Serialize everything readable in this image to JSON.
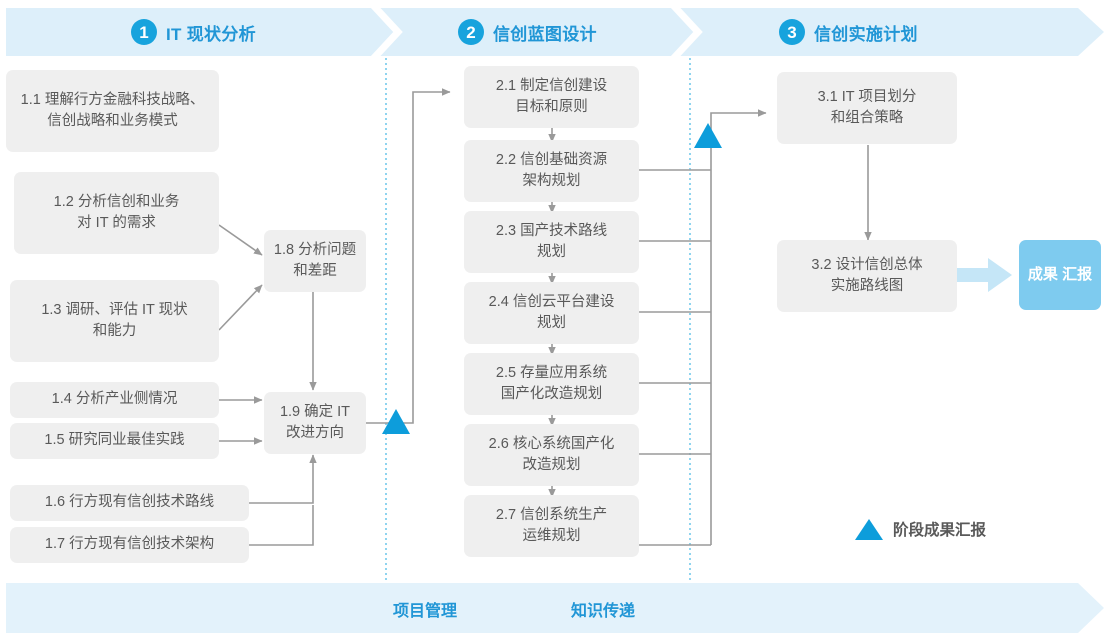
{
  "diagram": {
    "title_phases": [
      {
        "number": "1",
        "label": "IT 现状分析"
      },
      {
        "number": "2",
        "label": "信创蓝图设计"
      },
      {
        "number": "3",
        "label": "信创实施计划"
      }
    ],
    "colors": {
      "header_band": "#ddeffa",
      "accent_blue": "#2196d6",
      "phase_circle": "#17a3dd",
      "box_fill": "#efefef",
      "box_text": "#595959",
      "connector": "#9a9a9a",
      "milestone_triangle": "#0d9ddb",
      "result_badge": "#7ecbef",
      "result_arrow": "#c5e6f7",
      "divider_dotted": "#5fc2e8",
      "footer_band": "#e3f2fb"
    },
    "phase1_tasks": [
      {
        "id": "1.1",
        "lines": [
          "1.1 理解行方金融科技战略、",
          "信创战略和业务模式"
        ]
      },
      {
        "id": "1.2",
        "lines": [
          "1.2 分析信创和业务",
          "对 IT 的需求"
        ]
      },
      {
        "id": "1.3",
        "lines": [
          "1.3 调研、评估 IT 现状",
          "和能力"
        ]
      },
      {
        "id": "1.4",
        "lines": [
          "1.4 分析产业侧情况"
        ]
      },
      {
        "id": "1.5",
        "lines": [
          "1.5 研究同业最佳实践"
        ]
      },
      {
        "id": "1.6",
        "lines": [
          "1.6 行方现有信创技术路线"
        ]
      },
      {
        "id": "1.7",
        "lines": [
          "1.7 行方现有信创技术架构"
        ]
      },
      {
        "id": "1.8",
        "lines": [
          "1.8 分析问题",
          "和差距"
        ]
      },
      {
        "id": "1.9",
        "lines": [
          "1.9 确定 IT",
          "改进方向"
        ]
      }
    ],
    "phase2_tasks": [
      {
        "id": "2.1",
        "lines": [
          "2.1 制定信创建设",
          "目标和原则"
        ]
      },
      {
        "id": "2.2",
        "lines": [
          "2.2 信创基础资源",
          "架构规划"
        ]
      },
      {
        "id": "2.3",
        "lines": [
          "2.3 国产技术路线",
          "规划"
        ]
      },
      {
        "id": "2.4",
        "lines": [
          "2.4 信创云平台建设",
          "规划"
        ]
      },
      {
        "id": "2.5",
        "lines": [
          "2.5 存量应用系统",
          "国产化改造规划"
        ]
      },
      {
        "id": "2.6",
        "lines": [
          "2.6 核心系统国产化",
          "改造规划"
        ]
      },
      {
        "id": "2.7",
        "lines": [
          "2.7 信创系统生产",
          "运维规划"
        ]
      }
    ],
    "phase3_tasks": [
      {
        "id": "3.1",
        "lines": [
          "3.1 IT 项目划分",
          "和组合策略"
        ]
      },
      {
        "id": "3.2",
        "lines": [
          "3.2 设计信创总体",
          "实施路线图"
        ]
      }
    ],
    "result_badge": {
      "lines": [
        "成果",
        "汇报"
      ]
    },
    "legend": {
      "label": "阶段成果汇报"
    },
    "footer": {
      "labels": [
        "项目管理",
        "知识传递"
      ]
    }
  }
}
